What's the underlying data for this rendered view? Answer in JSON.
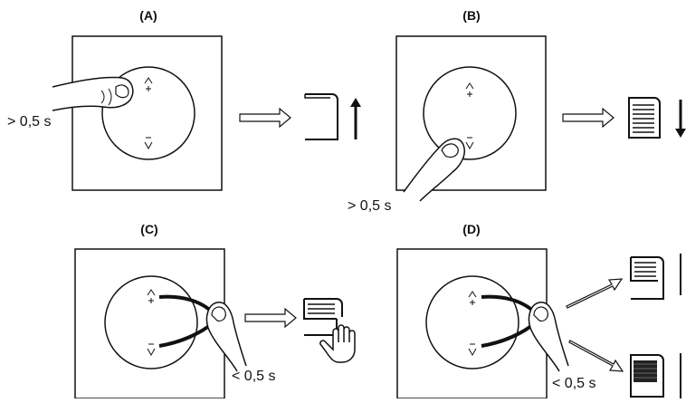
{
  "panels": [
    {
      "id": "A",
      "label": "(A)",
      "duration": "> 0,5 s"
    },
    {
      "id": "B",
      "label": "(B)",
      "duration": "> 0,5 s"
    },
    {
      "id": "C",
      "label": "(C)",
      "duration": "< 0,5 s"
    },
    {
      "id": "D",
      "label": "(D)",
      "duration": "< 0,5 s"
    }
  ],
  "button_symbols": {
    "up_caret": "^",
    "plus": "+",
    "minus": "−",
    "down_caret": "v"
  },
  "icons": [
    "finger-press-icon",
    "arrow-right-icon",
    "blind-up-icon",
    "blind-down-icon",
    "blind-stop-icon",
    "hand-stop-icon",
    "blind-preset-up-icon",
    "blind-preset-down-icon"
  ]
}
